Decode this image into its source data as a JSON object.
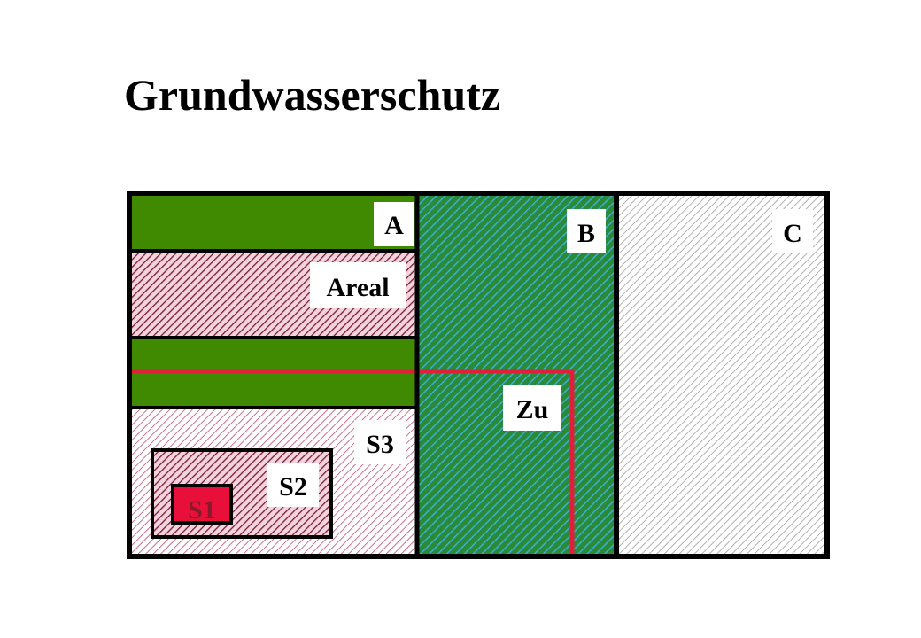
{
  "title": "Grundwasserschutz",
  "zones": {
    "a": "A",
    "b": "B",
    "c": "C",
    "areal": "Areal",
    "zu": "Zu",
    "s3": "S3",
    "s2": "S2",
    "s1": "S1"
  },
  "colors": {
    "frame": "#000000",
    "green": "#3f8a00",
    "s_zone_dark": "#7a1a3a",
    "s_zone_light": "#f0c8d4",
    "zu_teal": "#1a9c8c",
    "c_hatch": "#b0b0b0",
    "boundary_line": "#e0203a",
    "s1_fill": "#e8103a"
  }
}
